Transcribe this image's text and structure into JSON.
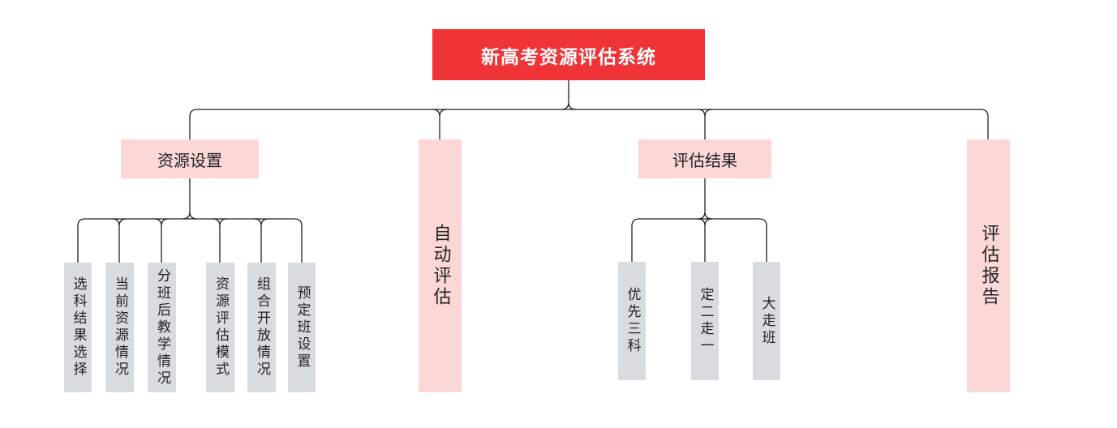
{
  "root": {
    "label": "新高考资源评估系统"
  },
  "categories": [
    {
      "label": "资源设置",
      "children": [
        "选科结果选择",
        "当前资源情况",
        "分班后教学情况",
        "资源评估模式",
        "组合开放情况",
        "预定班设置"
      ]
    },
    {
      "label": "自动评估",
      "children": []
    },
    {
      "label": "评估结果",
      "children": [
        "优先三科",
        "定二走一",
        "大走班"
      ]
    },
    {
      "label": "评估报告",
      "children": []
    }
  ],
  "colors": {
    "root_fill": "#f03337",
    "category_fill": "#fcd7d7",
    "leaf_fill": "#d9dcdf",
    "connector": "#222222"
  }
}
